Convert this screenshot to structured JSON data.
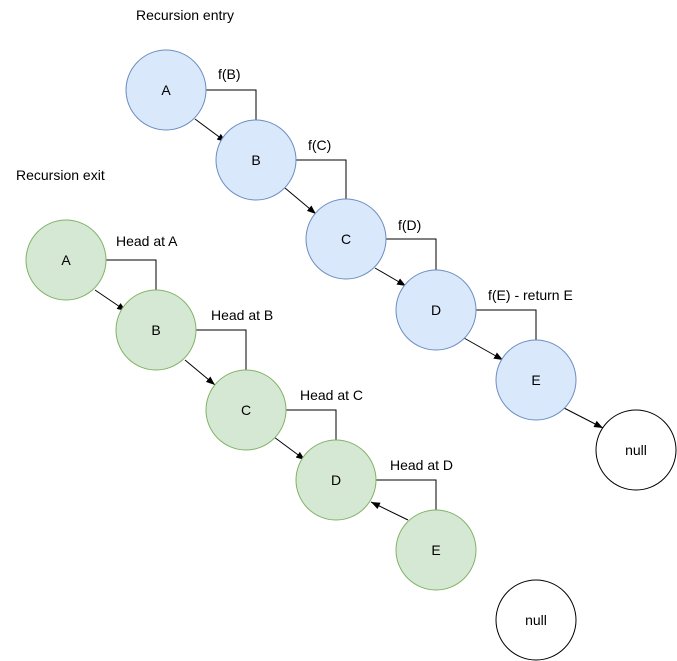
{
  "titles": {
    "entry": "Recursion entry",
    "exit": "Recursion exit"
  },
  "colors": {
    "entry_fill": "#dae8fc",
    "entry_stroke": "#6c8ebf",
    "exit_fill": "#d5e8d4",
    "exit_stroke": "#82b366",
    "null_fill": "#ffffff",
    "null_stroke": "#000000",
    "line": "#000000"
  },
  "entry": {
    "nodes": [
      "A",
      "B",
      "C",
      "D",
      "E"
    ],
    "null_label": "null",
    "calls": [
      "f(B)",
      "f(C)",
      "f(D)",
      "f(E) - return E"
    ]
  },
  "exit": {
    "nodes": [
      "A",
      "B",
      "C",
      "D",
      "E"
    ],
    "null_label": "null",
    "heads": [
      "Head at A",
      "Head at B",
      "Head at C",
      "Head at D"
    ]
  }
}
